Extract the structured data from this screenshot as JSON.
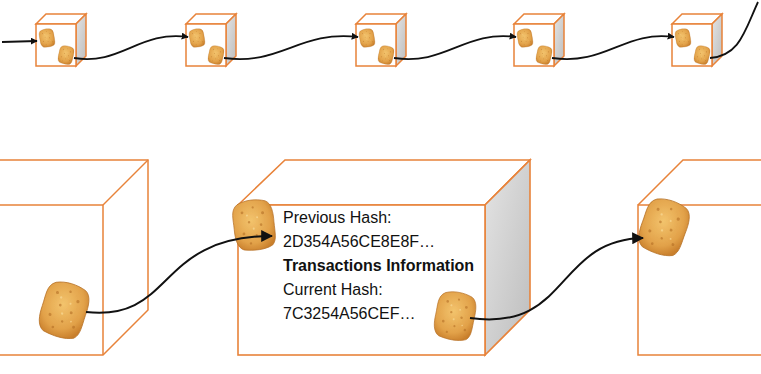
{
  "diagram": {
    "nodes": [
      {
        "text": [
          "Previous Hash: 2D354A56CE8E8F…",
          "Transactions Information",
          "Current Hash: 7C3254A56CEF…"
        ]
      }
    ]
  }
}
